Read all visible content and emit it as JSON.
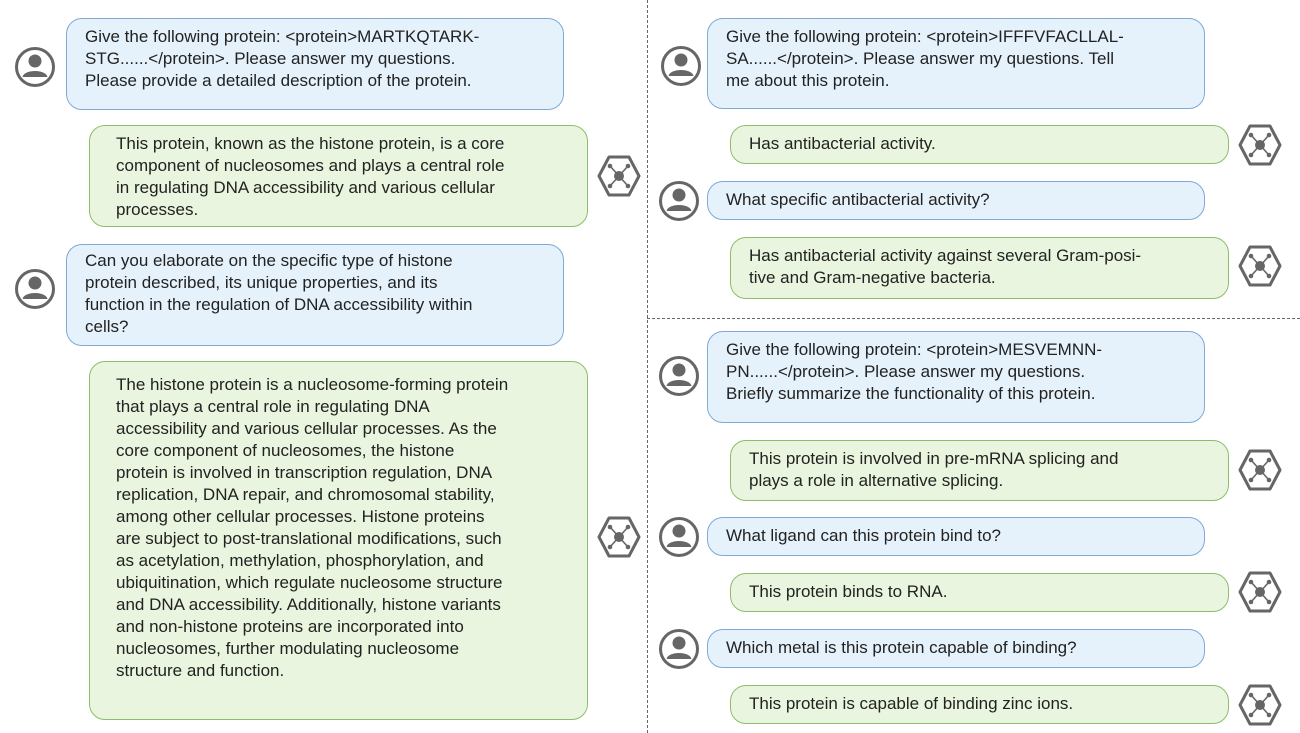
{
  "left": {
    "messages": [
      {
        "role": "user",
        "text": "Give the following protein: <protein>MARTKQTARK-\nSTG......</protein>. Please answer my questions.\nPlease provide a detailed description of the protein."
      },
      {
        "role": "assistant",
        "text": "This protein, known as the histone protein, is a core\ncomponent of nucleosomes and plays a central role\nin regulating DNA accessibility and various cellular\nprocesses."
      },
      {
        "role": "user",
        "text": "Can you elaborate on the specific type of histone\nprotein described, its unique properties, and its\nfunction in the regulation of DNA accessibility within\ncells?"
      },
      {
        "role": "assistant",
        "text": "The histone protein is a nucleosome-forming protein\nthat plays a central role in regulating DNA\naccessibility and various cellular processes. As the\ncore component of nucleosomes, the histone\nprotein is involved in transcription regulation, DNA\nreplication, DNA repair, and chromosomal stability,\namong other cellular processes. Histone proteins\nare subject to post-translational modifications, such\nas acetylation, methylation, phosphorylation, and\nubiquitination, which regulate nucleosome structure\nand DNA accessibility. Additionally, histone variants\nand non-histone proteins are incorporated into\nnucleosomes, further modulating nucleosome\nstructure and function."
      }
    ]
  },
  "top_right": {
    "messages": [
      {
        "role": "user",
        "text": "Give the following protein: <protein>IFFFVFACLLAL-\nSA......</protein>. Please answer my questions. Tell\nme about this protein."
      },
      {
        "role": "assistant",
        "text": "Has antibacterial activity."
      },
      {
        "role": "user",
        "text": "What specific antibacterial activity?"
      },
      {
        "role": "assistant",
        "text": "Has antibacterial activity against several Gram-posi-\ntive and Gram-negative bacteria."
      }
    ]
  },
  "bottom_right": {
    "messages": [
      {
        "role": "user",
        "text": "Give the following protein: <protein>MESVEMNN-\nPN......</protein>. Please answer my questions.\nBriefly summarize the functionality of this protein."
      },
      {
        "role": "assistant",
        "text": "This protein is involved in pre-mRNA splicing and\nplays a role in alternative splicing."
      },
      {
        "role": "user",
        "text": "What ligand can this protein bind to?"
      },
      {
        "role": "assistant",
        "text": "This protein binds to RNA."
      },
      {
        "role": "user",
        "text": "Which metal is this protein capable of binding?"
      },
      {
        "role": "assistant",
        "text": "This protein is capable of binding zinc ions."
      }
    ]
  },
  "icons": {
    "user": "user-avatar-icon",
    "assistant": "molecule-hexagon-icon"
  },
  "colors": {
    "user_bubble": "#e6f2fb",
    "user_border": "#7fa9d6",
    "assistant_bubble": "#e9f5de",
    "assistant_border": "#8dbd6b",
    "icon": "#666666"
  }
}
